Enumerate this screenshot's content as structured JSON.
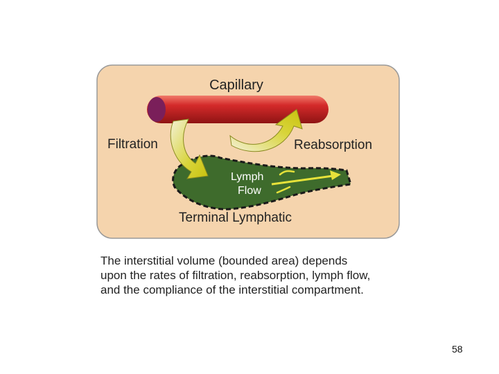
{
  "diagram": {
    "labels": {
      "capillary": "Capillary",
      "filtration": "Filtration",
      "reabsorption": "Reabsorption",
      "lymph_flow_line1": "Lymph",
      "lymph_flow_line2": "Flow",
      "terminal_lymphatic": "Terminal Lymphatic"
    },
    "colors": {
      "panel_background": "#f5d4ad",
      "panel_border": "#9a9a9a",
      "capillary_red": "#d42a2a",
      "capillary_end": "#7a1f5a",
      "lymphatic_green": "#3e6b2c",
      "arrow_yellow": "#d6d21a"
    }
  },
  "caption": {
    "line1": "The interstitial volume (bounded area) depends",
    "line2": " upon the rates of filtration, reabsorption, lymph flow,",
    "line3": "and the compliance of the interstitial compartment."
  },
  "page_number": "58"
}
